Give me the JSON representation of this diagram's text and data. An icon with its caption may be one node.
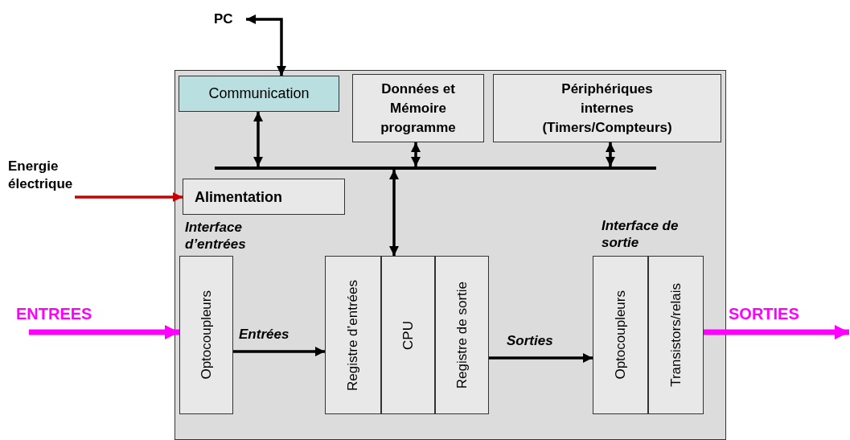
{
  "diagram": {
    "nodes": [
      {
        "text": [],
        "shape": "box"
      },
      {
        "text": [
          "PC"
        ]
      },
      {
        "text": [
          "Communication"
        ],
        "in": 0
      },
      {
        "text": [
          "Données et Mémoire programme"
        ],
        "in": 0
      },
      {
        "text": [
          "Périphériques internes (Timers/Compteurs)"
        ],
        "in": 0
      },
      {
        "text": [],
        "shape": "bar",
        "in": 0
      },
      {
        "text": [
          "Energie électrique"
        ]
      },
      {
        "text": [
          "Alimentation"
        ],
        "in": 0
      },
      {
        "text": [
          "Optocoupleurs"
        ],
        "in": 0
      },
      {
        "text": [
          "Registre d’entrées"
        ],
        "in": 0
      },
      {
        "text": [
          "CPU"
        ],
        "in": 0
      },
      {
        "text": [
          "Registre de sortie"
        ],
        "in": 0
      },
      {
        "text": [
          "Optocoupleurs"
        ],
        "in": 0
      },
      {
        "text": [
          "Transistors/relais"
        ],
        "in": 0
      }
    ],
    "edges": [
      {
        "from": 2,
        "to": 1,
        "arrow": "both"
      },
      {
        "from": 2,
        "to": 5,
        "arrow": "both"
      },
      {
        "from": 3,
        "to": 5,
        "arrow": "both"
      },
      {
        "from": 4,
        "to": 5,
        "arrow": "both"
      },
      {
        "from": 5,
        "to": 10,
        "arrow": "both"
      },
      {
        "from": 6,
        "to": 7,
        "arrow": "to",
        "color": "#cc0000"
      },
      {
        "from": null,
        "to": 8,
        "arrow": "to",
        "label": "ENTREES",
        "style": "thick",
        "color": "#ff00ff"
      },
      {
        "from": 8,
        "to": 9,
        "arrow": "to",
        "label": "Entrées"
      },
      {
        "from": 11,
        "to": 12,
        "arrow": "to",
        "label": "Sorties"
      },
      {
        "from": 13,
        "to": null,
        "arrow": "to",
        "label": "SORTIES",
        "style": "thick",
        "color": "#ff00ff"
      }
    ],
    "labels": [
      "Interface d’entrées",
      "Interface de sortie"
    ]
  }
}
